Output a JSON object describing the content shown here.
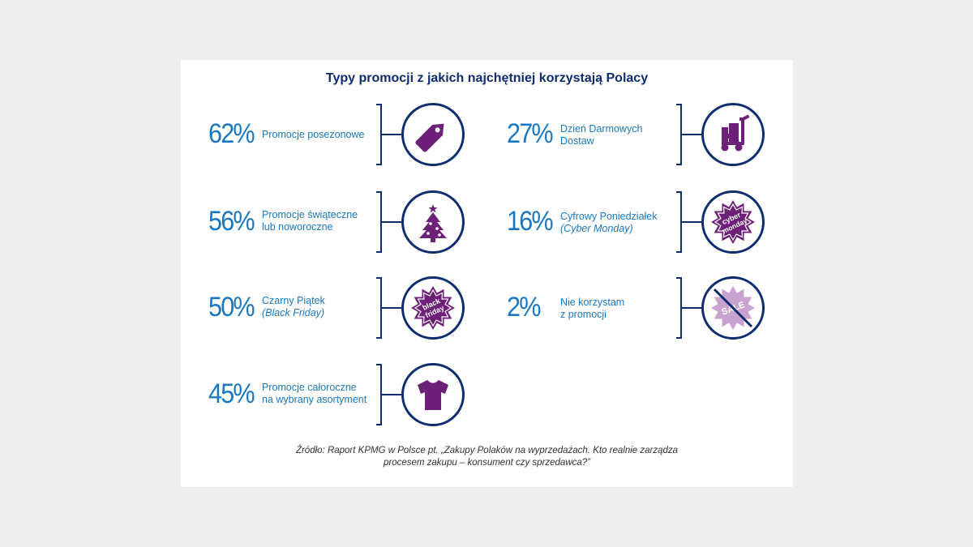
{
  "title": "Typy promocji z jakich najchętniej korzystają Polacy",
  "items": [
    {
      "percent": "62%",
      "label_line1": "Promocje posezonowe",
      "label_line2": "",
      "label_line2_italic": "",
      "icon": "price-tag-icon"
    },
    {
      "percent": "56%",
      "label_line1": "Promocje świąteczne",
      "label_line2": "lub noworoczne",
      "label_line2_italic": "",
      "icon": "christmas-tree-icon"
    },
    {
      "percent": "50%",
      "label_line1": "Czarny Piątek",
      "label_line2": "",
      "label_line2_italic": "(Black Friday)",
      "icon": "black-friday-badge-icon",
      "badge_line1": "black",
      "badge_line2": "friday"
    },
    {
      "percent": "45%",
      "label_line1": "Promocje całoroczne",
      "label_line2": "na wybrany asortyment",
      "label_line2_italic": "",
      "icon": "tshirt-icon"
    },
    {
      "percent": "27%",
      "label_line1": "Dzień Darmowych",
      "label_line2": "Dostaw",
      "label_line2_italic": "",
      "icon": "hand-truck-icon"
    },
    {
      "percent": "16%",
      "label_line1": "Cyfrowy Poniedziałek",
      "label_line2": "",
      "label_line2_italic": "(Cyber Monday)",
      "icon": "cyber-monday-badge-icon",
      "badge_line1": "cyber",
      "badge_line2": "monday"
    },
    {
      "percent": "2%",
      "label_line1": "Nie korzystam",
      "label_line2": "z promocji",
      "label_line2_italic": "",
      "icon": "no-sale-icon",
      "badge_line1": "SALE"
    }
  ],
  "source_line1": "Źródło: Raport KPMG w Polsce pt. „Zakupy Polaków na wyprzedażach. Kto realnie zarządza",
  "source_line2": "procesem zakupu – konsument czy sprzedawca?”",
  "colors": {
    "navy": "#0f2d6e",
    "blue": "#1a78c2",
    "purple": "#6d2077",
    "light_purple": "#c9a3cf"
  }
}
